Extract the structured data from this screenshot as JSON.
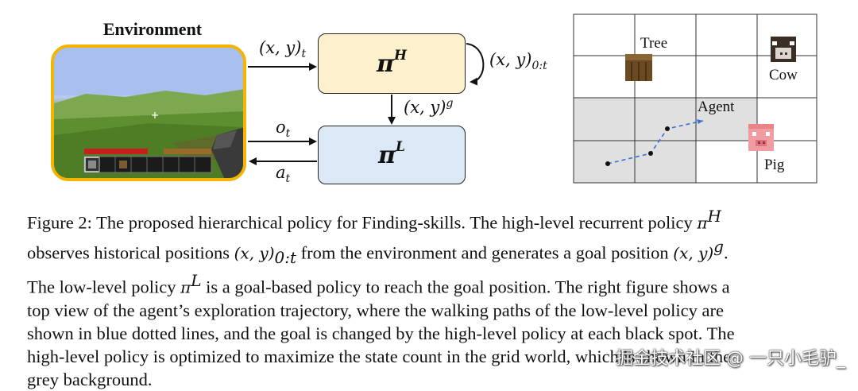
{
  "figure": {
    "environment_title": "Environment",
    "arrow_labels": {
      "xy_t": "(x, y)",
      "xy_t_sub": "t",
      "xy_hist": "(x, y)",
      "xy_hist_sub": "0:t",
      "xy_goal": "(x, y)",
      "xy_goal_sup": "g",
      "o_t": "o",
      "o_t_sub": "t",
      "a_t": "a",
      "a_t_sub": "t"
    },
    "high_policy": {
      "symbol": "π",
      "superscript": "H"
    },
    "low_policy": {
      "symbol": "π",
      "superscript": "L"
    },
    "grid_labels": {
      "tree": "Tree",
      "cow": "Cow",
      "agent": "Agent",
      "pig": "Pig"
    },
    "colors": {
      "env_border": "#f5b400",
      "high_box": "#fdf1cd",
      "low_box": "#dbe8f6",
      "grid_visited": "#e0e0e0",
      "path": "#3a6fd8"
    }
  },
  "caption": {
    "line1_a": "Figure 2: The proposed hierarchical policy for Finding-skills. The high-level recurrent policy ",
    "line1_pi": "π",
    "line1_sup": "H",
    "line2_a": "observes historical positions ",
    "line2_m": "(x, y)",
    "line2_sub": "0:t",
    "line2_b": " from the environment and generates a goal position ",
    "line2_m2": "(x, y)",
    "line2_sup": "g",
    "line2_end": ".",
    "line3_a": "The low-level policy ",
    "line3_pi": "π",
    "line3_sup": "L",
    "line3_b": " is a goal-based policy to reach the goal position. The right figure shows a",
    "line4": "top view of the agent’s exploration trajectory, where the walking paths of the low-level policy are",
    "line5": "shown in blue dotted lines, and the goal is changed by the high-level policy at each black spot. The",
    "line6": "high-level policy is optimized to maximize the state count in the grid world, which is shown in the",
    "line7": "grey background."
  },
  "watermark": "掘金技术社区 @ 一只小毛驴_"
}
